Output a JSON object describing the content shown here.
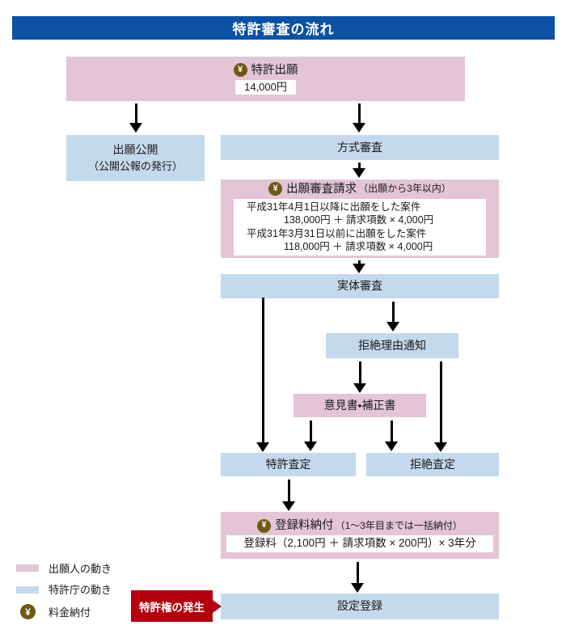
{
  "title": "特許審査の流れ",
  "icons": {
    "yen": "¥"
  },
  "colors": {
    "title_bar_blue": "#0c51a4",
    "applicant_pink": "#e3c5d5",
    "office_blue": "#c5d9ec",
    "payment_olive": "#6e5a15",
    "patent_right_red": "#b2000e"
  },
  "flow": {
    "patent_application": {
      "label": "特許出願",
      "fee": "14,000円"
    },
    "publication": {
      "label": "出願公開",
      "sub": "（公開公報の発行）"
    },
    "formality_exam": {
      "label": "方式審査"
    },
    "exam_request": {
      "label": "出願審査請求",
      "note": "（出願から3年以内）",
      "fee_lines": [
        "平成31年4月1日以降に出願をした案件",
        "138,000円 ＋ 請求項数 × 4,000円",
        "平成31年3月31日以前に出願をした案件",
        "118,000円 ＋ 請求項数 × 4,000円"
      ]
    },
    "substantive_exam": {
      "label": "実体審査"
    },
    "rejection_notice": {
      "label": "拒絶理由通知"
    },
    "opinion_amendment": {
      "label": "意見書・補正書"
    },
    "grant_decision": {
      "label": "特許査定"
    },
    "rejection_decision": {
      "label": "拒絶査定"
    },
    "registration_fee": {
      "label": "登録料納付",
      "note": "（1～3年目までは一括納付）",
      "fee": "登録料（2,100円 ＋ 請求項数 × 200円）× 3年分"
    },
    "registration": {
      "label": "設定登録"
    },
    "patent_right": {
      "label": "特許権の発生"
    }
  },
  "legend": {
    "applicant": "出願人の動き",
    "office": "特許庁の動き",
    "payment": "料金納付"
  }
}
